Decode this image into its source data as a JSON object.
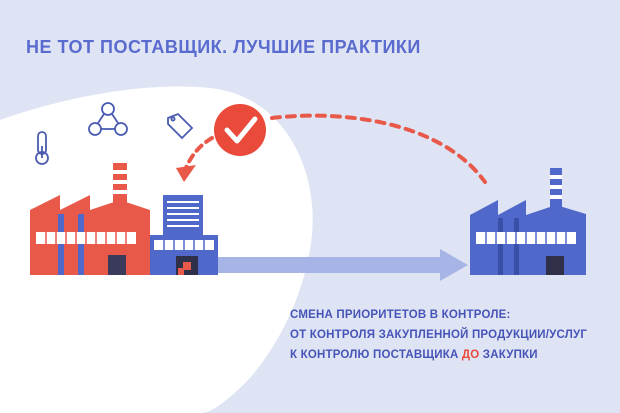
{
  "title": "НЕ ТОТ ПОСТАВЩИК. ЛУЧШИЕ ПРАКТИКИ",
  "caption": {
    "line1": "СМЕНА ПРИОРИТЕТОВ В КОНТРОЛЕ:",
    "line2": "ОТ КОНТРОЛЯ ЗАКУПЛЕННОЙ ПРОДУКЦИИ/УСЛУГ",
    "line3_before": "К КОНТРОЛЮ ПОСТАВЩИКА ",
    "line3_accent": "ДО",
    "line3_after": " ЗАКУПКИ"
  },
  "colors": {
    "background": "#dfe4f4",
    "blob": "#ffffff",
    "title": "#5a6bd0",
    "red": "#e8594a",
    "blue": "#4f68c9",
    "arrow": "#a6b4e6",
    "dash": "#e8594a",
    "check_circle": "#ea4a3a"
  },
  "icons": [
    "thermometer-icon",
    "network-people-icon",
    "price-tag-icon",
    "checkmark-icon"
  ]
}
